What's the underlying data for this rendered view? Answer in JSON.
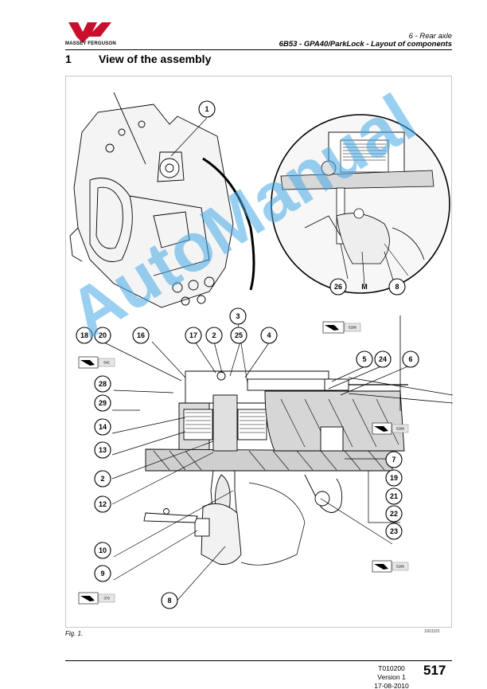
{
  "brand": {
    "name": "MASSEY FERGUSON"
  },
  "header": {
    "section": "6 - Rear axle",
    "title": "6B53 - GPA40/ParkLock - Layout of components"
  },
  "heading": {
    "number": "1",
    "title": "View of the assembly"
  },
  "figure": {
    "caption": "Fig. 1.",
    "image_id": "1003325",
    "callouts": [
      {
        "id": "c1",
        "label": "1"
      },
      {
        "id": "c26",
        "label": "26"
      },
      {
        "id": "cM",
        "label": "M"
      },
      {
        "id": "c8a",
        "label": "8"
      },
      {
        "id": "c3",
        "label": "3"
      },
      {
        "id": "c18",
        "label": "18"
      },
      {
        "id": "c20",
        "label": "20"
      },
      {
        "id": "c16",
        "label": "16"
      },
      {
        "id": "c17",
        "label": "17"
      },
      {
        "id": "c2a",
        "label": "2"
      },
      {
        "id": "c25",
        "label": "25"
      },
      {
        "id": "c4",
        "label": "4"
      },
      {
        "id": "c5",
        "label": "5"
      },
      {
        "id": "c24",
        "label": "24"
      },
      {
        "id": "c6",
        "label": "6"
      },
      {
        "id": "c28",
        "label": "28"
      },
      {
        "id": "c29",
        "label": "29"
      },
      {
        "id": "c14",
        "label": "14"
      },
      {
        "id": "c13",
        "label": "13"
      },
      {
        "id": "c2b",
        "label": "2"
      },
      {
        "id": "c12",
        "label": "12"
      },
      {
        "id": "c7",
        "label": "7"
      },
      {
        "id": "c19",
        "label": "19"
      },
      {
        "id": "c21",
        "label": "21"
      },
      {
        "id": "c22",
        "label": "22"
      },
      {
        "id": "c23",
        "label": "23"
      },
      {
        "id": "c10",
        "label": "10"
      },
      {
        "id": "c9",
        "label": "9"
      },
      {
        "id": "c8b",
        "label": "8"
      }
    ],
    "refs": [
      {
        "id": "r1",
        "label": "5296"
      },
      {
        "id": "r2",
        "label": "542"
      },
      {
        "id": "r3",
        "label": "5296"
      },
      {
        "id": "r4",
        "label": "5296"
      },
      {
        "id": "r5",
        "label": "379"
      }
    ]
  },
  "watermark": "AutoManual",
  "footer": {
    "code": "T010200",
    "version": "Version 1",
    "date": "17-08-2010",
    "page": "517"
  }
}
